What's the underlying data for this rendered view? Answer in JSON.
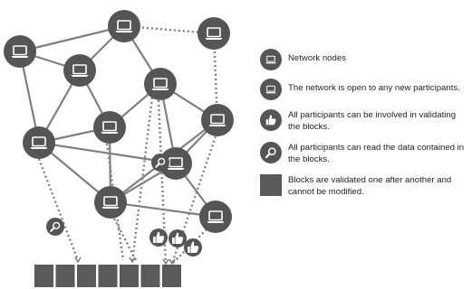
{
  "colors": {
    "node": "#555555",
    "link": "#7f7f7f",
    "block": "#5a5a5a",
    "icon_light": "#ffffff",
    "text": "#222222"
  },
  "network": {
    "nodes": [
      {
        "id": "n1",
        "icon": "laptop-icon"
      },
      {
        "id": "n2",
        "icon": "laptop-icon"
      },
      {
        "id": "n3",
        "icon": "laptop-icon"
      },
      {
        "id": "n4",
        "icon": "laptop-icon"
      },
      {
        "id": "n5",
        "icon": "laptop-icon"
      },
      {
        "id": "n6",
        "icon": "laptop-icon"
      },
      {
        "id": "n7",
        "icon": "laptop-icon"
      },
      {
        "id": "n8",
        "icon": "laptop-icon"
      },
      {
        "id": "n9",
        "icon": "laptop-icon"
      },
      {
        "id": "n10",
        "icon": "laptop-icon"
      },
      {
        "id": "n11",
        "icon": "laptop-icon"
      }
    ],
    "links": [
      [
        "n1",
        "n2"
      ],
      [
        "n1",
        "n3"
      ],
      [
        "n1",
        "n6"
      ],
      [
        "n2",
        "n3"
      ],
      [
        "n2",
        "n5"
      ],
      [
        "n3",
        "n6"
      ],
      [
        "n3",
        "n7"
      ],
      [
        "n5",
        "n7"
      ],
      [
        "n5",
        "n8"
      ],
      [
        "n5",
        "n9"
      ],
      [
        "n6",
        "n7"
      ],
      [
        "n6",
        "n9"
      ],
      [
        "n6",
        "n10"
      ],
      [
        "n7",
        "n10"
      ],
      [
        "n8",
        "n9"
      ],
      [
        "n8",
        "n10"
      ],
      [
        "n9",
        "n10"
      ],
      [
        "n9",
        "n11"
      ],
      [
        "n10",
        "n11"
      ]
    ],
    "new_participant_links": [
      [
        "n2",
        "n4"
      ],
      [
        "n4",
        "n8"
      ]
    ],
    "chain_links": [
      "n6",
      "n7",
      "n8",
      "n10",
      "n11"
    ],
    "block_count": 7,
    "floating_icons": [
      "magnifier-icon",
      "magnifier-icon",
      "thumbs-up-icon",
      "thumbs-up-icon",
      "thumbs-up-icon"
    ]
  },
  "legend": [
    {
      "icon": "laptop-icon",
      "text": "Network nodes"
    },
    {
      "icon": "new-laptop-icon",
      "text": "The network is open to any new participants."
    },
    {
      "icon": "thumbs-up-icon",
      "text": "All participants can be involved in validating the blocks."
    },
    {
      "icon": "magnifier-icon",
      "text": "All participants can read the data contained in the blocks."
    },
    {
      "icon": "block-icon",
      "text": "Blocks are validated one after another and cannot be modified."
    }
  ]
}
